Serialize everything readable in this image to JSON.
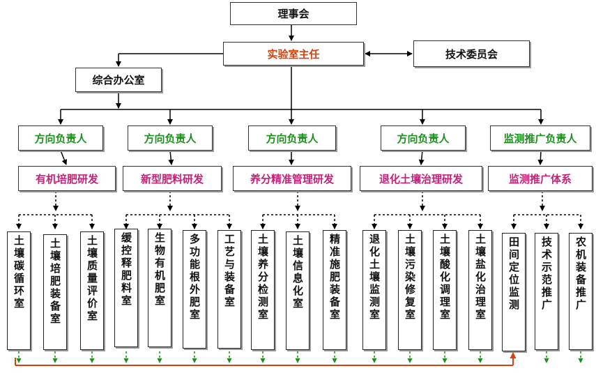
{
  "nodes": {
    "council": "理事会",
    "director": "实验室主任",
    "tech_committee": "技术委员会",
    "office": "综合办公室"
  },
  "directions": [
    {
      "leader": "方向负责人",
      "topic": "有机培肥研发",
      "labs": [
        "土壤碳循环室",
        "土壤培肥装备室",
        "土壤质量评价室"
      ]
    },
    {
      "leader": "方向负责人",
      "topic": "新型肥料研发",
      "labs": [
        "缓控释肥料室",
        "生物有机肥室",
        "多功能根外肥室",
        "工艺与装备室"
      ]
    },
    {
      "leader": "方向负责人",
      "topic": "养分精准管理研发",
      "labs": [
        "土壤养分检测室",
        "土壤信息化室",
        "精准施肥装备室"
      ]
    },
    {
      "leader": "方向负责人",
      "topic": "退化土壤治理研发",
      "labs": [
        "退化土壤监测室",
        "土壤污染修复室",
        "土壤酸化调理室",
        "土壤盐化治理室"
      ]
    },
    {
      "leader": "监测推广负责人",
      "topic": "监测推广体系",
      "labs": [
        "田间定位监测",
        "技术示范推广",
        "农机装备推广"
      ]
    }
  ],
  "colors": {
    "leader_text": "#1e8f1e",
    "topic_text": "#c8207a",
    "director_text": "#d5430c",
    "feedback_line": "#d5430c",
    "dashed_arrow": "#1e8f1e"
  }
}
